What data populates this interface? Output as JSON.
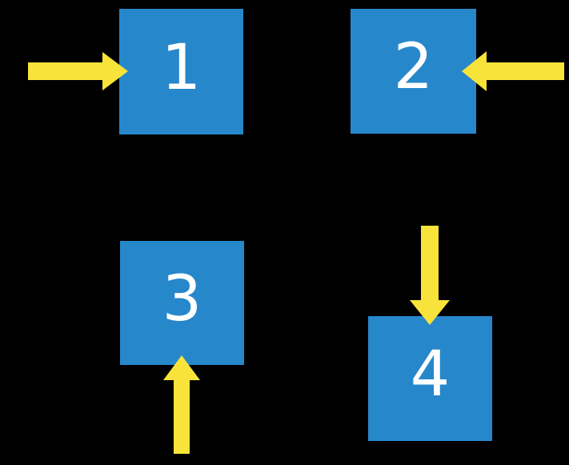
{
  "colors": {
    "background": "#000000",
    "box": "#2787CB",
    "arrow": "#F8E33A",
    "label": "#FFFFFF"
  },
  "boxes": [
    {
      "label": "1",
      "arrow": "arrow-right-icon",
      "arrow_direction": "right"
    },
    {
      "label": "2",
      "arrow": "arrow-left-icon",
      "arrow_direction": "left"
    },
    {
      "label": "3",
      "arrow": "arrow-up-icon",
      "arrow_direction": "up"
    },
    {
      "label": "4",
      "arrow": "arrow-down-icon",
      "arrow_direction": "down"
    }
  ]
}
